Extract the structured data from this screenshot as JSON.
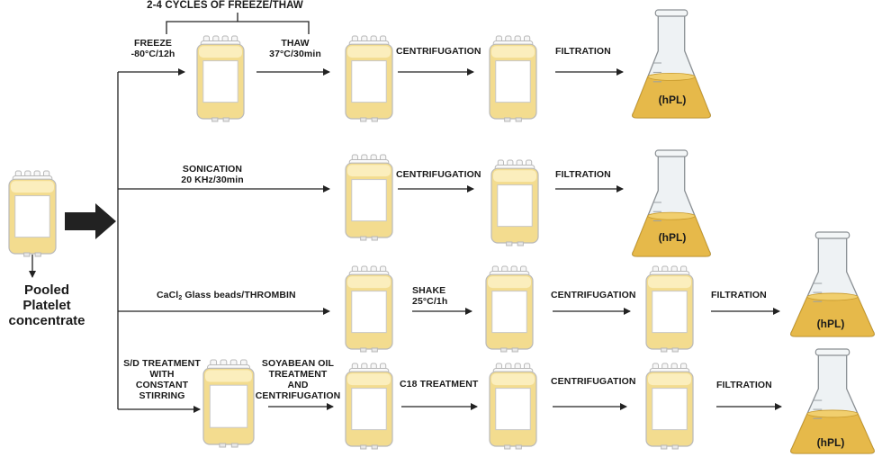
{
  "source": {
    "label_lines": [
      "Pooled",
      "Platelet",
      "concentrate"
    ]
  },
  "product_label": "(hPL)",
  "rows": [
    {
      "id": "freeze-thaw",
      "bracket_label": "2-4 CYCLES OF FREEZE/THAW",
      "labels": {
        "freeze": [
          "FREEZE",
          "-80°C/12h"
        ],
        "thaw": [
          "THAW",
          "37°C/30min"
        ],
        "centrifugation": "CENTRIFUGATION",
        "filtration": "FILTRATION"
      }
    },
    {
      "id": "sonication",
      "labels": {
        "sonication": [
          "SONICATION",
          "20 KHz/30min"
        ],
        "centrifugation": "CENTRIFUGATION",
        "filtration": "FILTRATION"
      }
    },
    {
      "id": "activation",
      "labels": {
        "activator_prefix": "CaCl",
        "activator_subscript": "2",
        "activator_suffix": " Glass beads/THROMBIN",
        "shake": [
          "SHAKE",
          "25°C/1h"
        ],
        "centrifugation": "CENTRIFUGATION",
        "filtration": "FILTRATION"
      }
    },
    {
      "id": "sd-treatment",
      "labels": {
        "sd": [
          "S/D TREATMENT",
          "WITH",
          "CONSTANT",
          "STIRRING"
        ],
        "soy": [
          "SOYABEAN OIL",
          "TREATMENT",
          "AND",
          "CENTRIFUGATION"
        ],
        "c18": "C18 TREATMENT",
        "centrifugation": "CENTRIFUGATION",
        "filtration": "FILTRATION"
      }
    }
  ],
  "colors": {
    "bag_fill": "#f3dc8f",
    "bag_top": "#fbeebd",
    "bag_outline": "#b9b9b9",
    "label_white": "#ffffff",
    "flask_glass": "#eef2f4",
    "flask_liquid": "#e6b94a",
    "arrow": "#222222"
  },
  "icons": [
    "blood-bag-icon",
    "erlenmeyer-flask-icon",
    "block-arrow-icon"
  ]
}
